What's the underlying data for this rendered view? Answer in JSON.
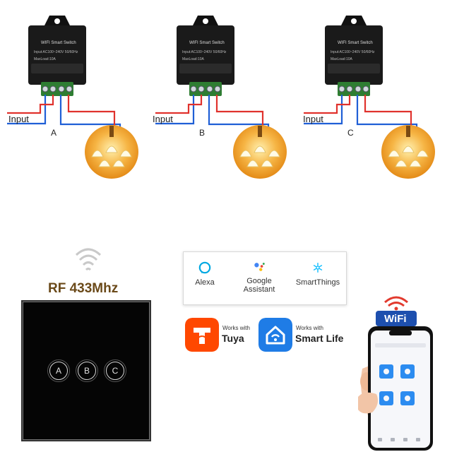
{
  "modules": [
    {
      "title": "WIFI Smart Switch",
      "spec1": "Input:AC100~240V 50/60Hz",
      "spec2": "MaxLoad:10A",
      "input_label": "Input",
      "letter": "A"
    },
    {
      "title": "WIFI Smart Switch",
      "spec1": "Input:AC100~240V 50/60Hz",
      "spec2": "MaxLoad:10A",
      "input_label": "Input",
      "letter": "B"
    },
    {
      "title": "WIFI Smart Switch",
      "spec1": "Input:AC100~240V 50/60Hz",
      "spec2": "MaxLoad:10A",
      "input_label": "Input",
      "letter": "C"
    }
  ],
  "rf": {
    "label": "RF 433Mhz"
  },
  "touch_panel": {
    "buttons": [
      "A",
      "B",
      "C"
    ]
  },
  "services": [
    {
      "name": "Alexa",
      "icon": "alexa-icon",
      "color": "#00a8e1"
    },
    {
      "name": "Google\nAssistant",
      "icon": "google-assistant-icon",
      "color": "#4285f4"
    },
    {
      "name": "SmartThings",
      "icon": "smartthings-icon",
      "color": "#15bfff"
    }
  ],
  "tuya": {
    "works_with": "Works with",
    "name": "Tuya",
    "color": "#ff4800"
  },
  "smartlife": {
    "works_with": "Works with",
    "name": "Smart Life",
    "color": "#1f7ce6"
  },
  "wifi_badge": "WiFi",
  "wire_colors": {
    "live": "#e0322d",
    "neutral": "#1f5fd6"
  }
}
